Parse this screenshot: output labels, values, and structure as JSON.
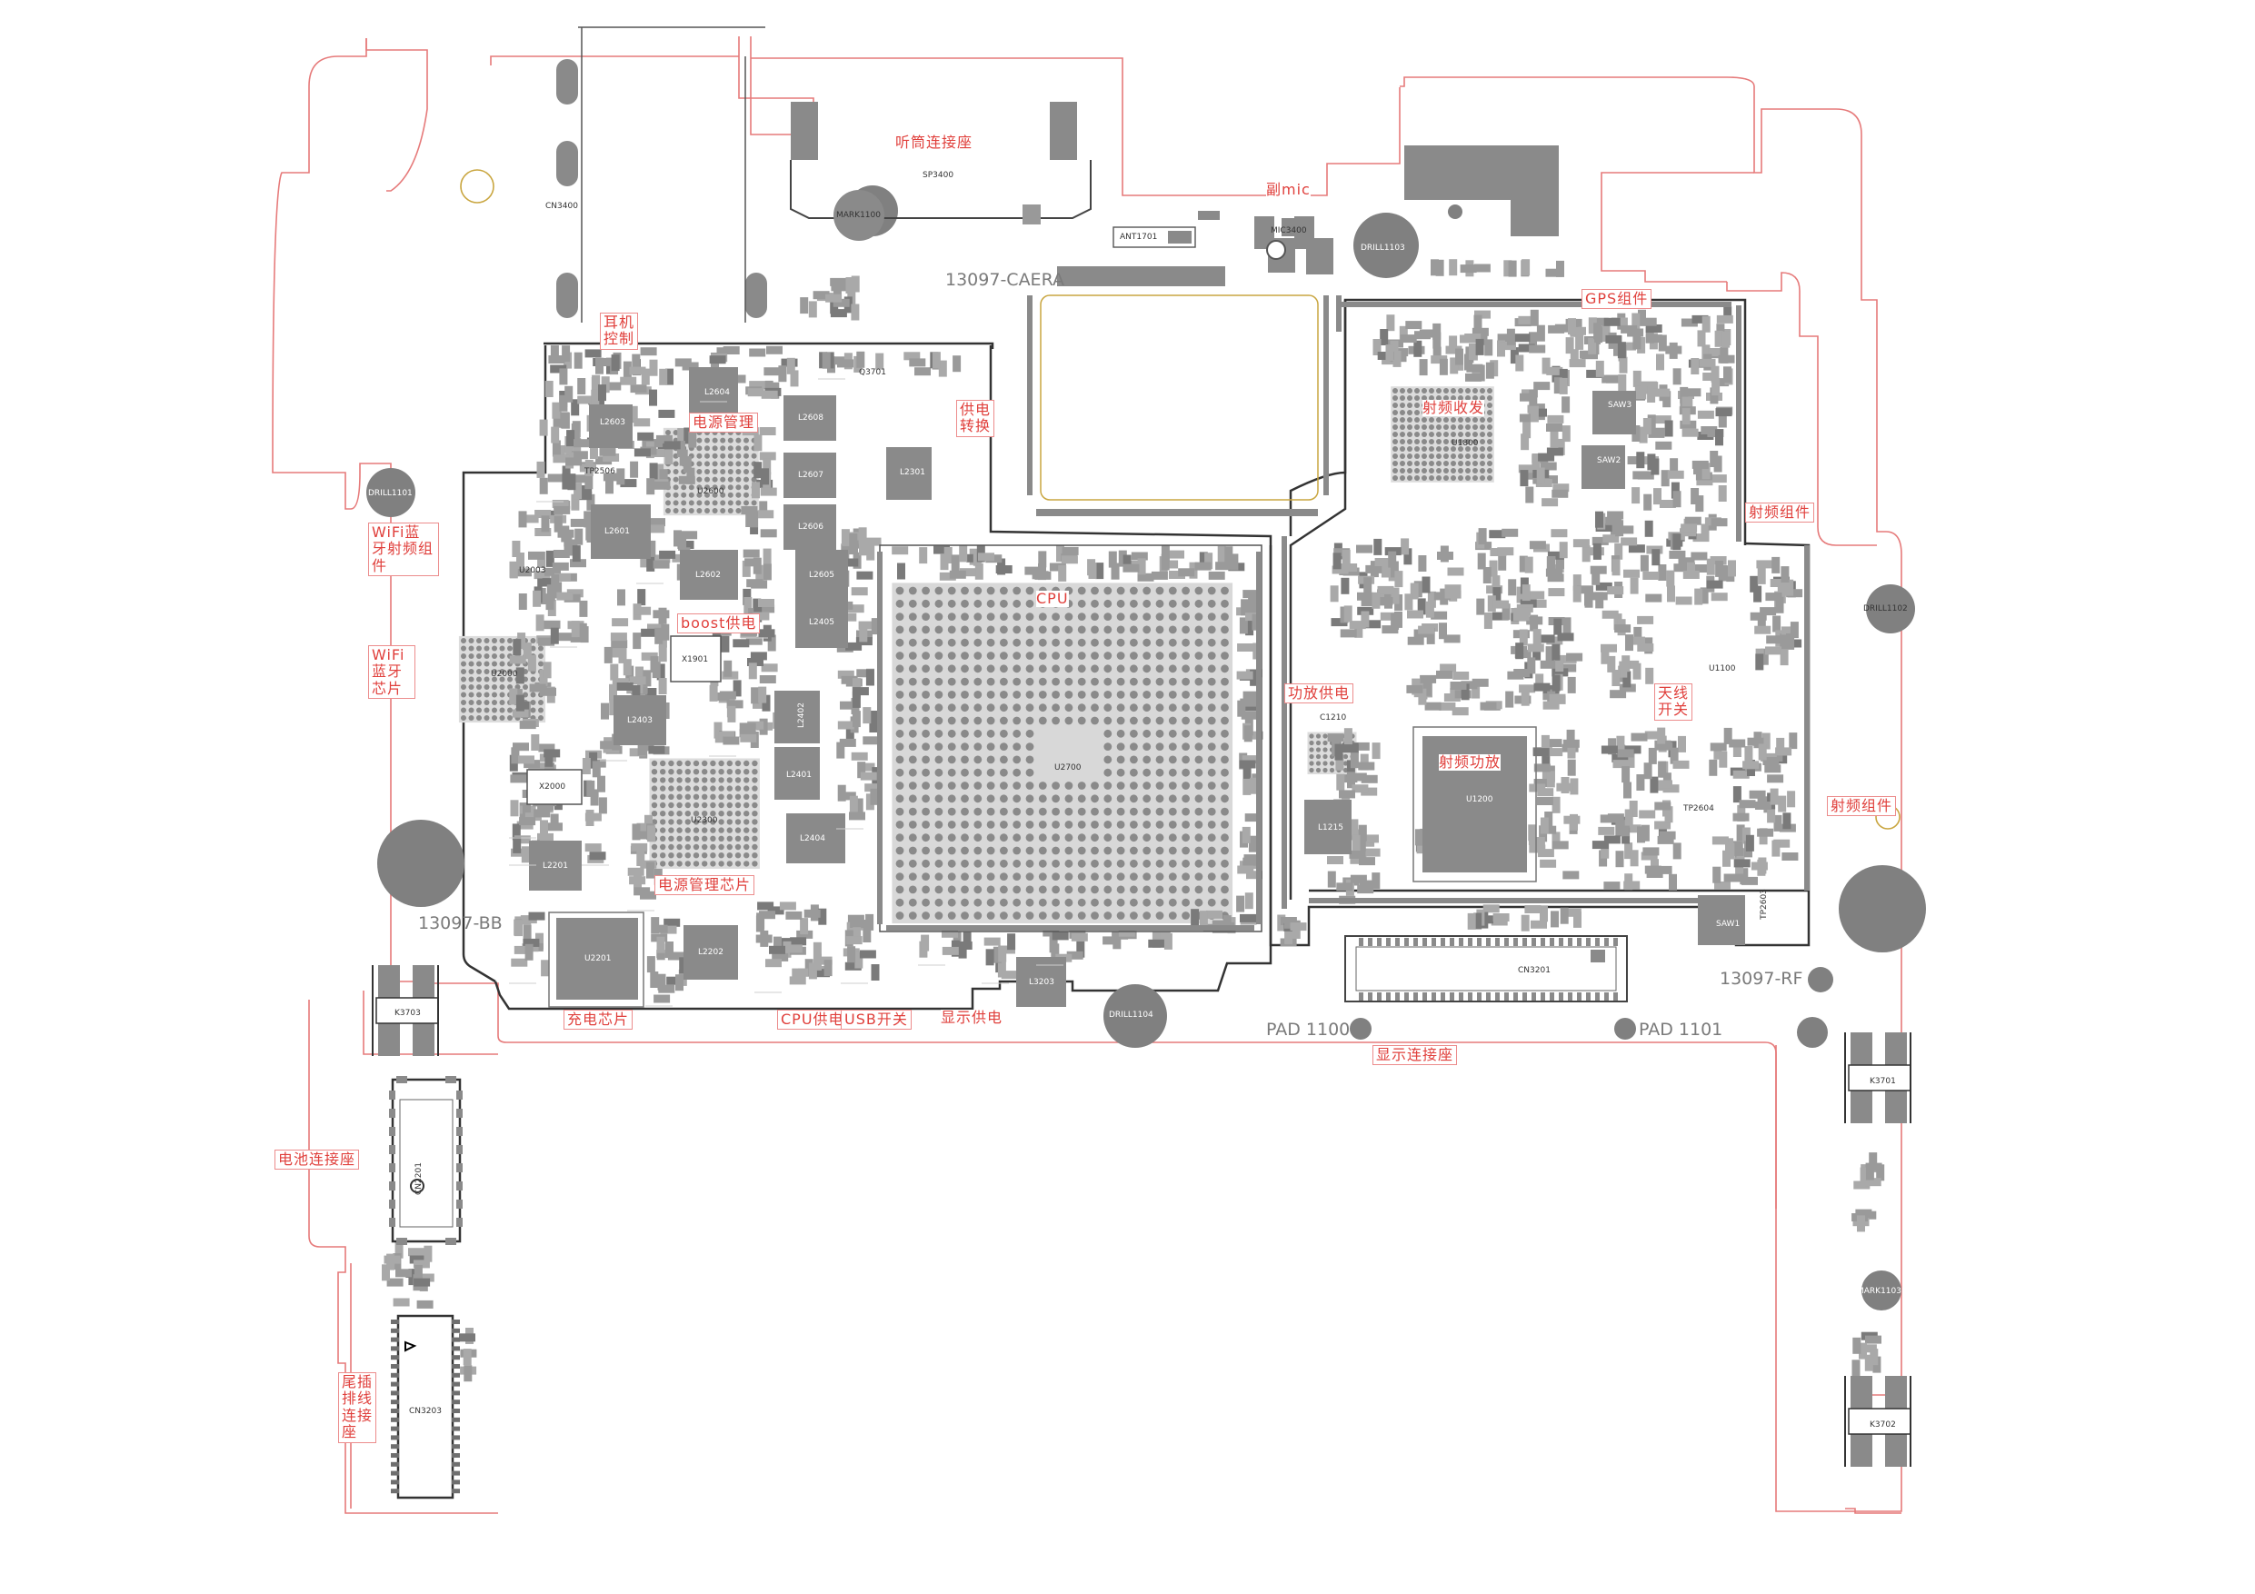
{
  "board": {
    "sections": {
      "camera": "13097-CAERA",
      "baseband": "13097-BB",
      "rf": "13097-RF"
    },
    "pads": [
      "PAD 1100",
      "PAD 1101"
    ],
    "chips": {
      "cpu": "U2700",
      "pmic": "U2600",
      "pmic2": "U2300",
      "charger": "U2201",
      "wifi": "U2000",
      "wifi_rf": "U2003",
      "rf_transceiver": "U1800",
      "pa": "U1200",
      "rf_u1100": "U1100"
    },
    "connectors": {
      "earpiece": "SP3400",
      "battery": "CN2201",
      "tail": "CN3203",
      "display": "CN3201",
      "side": "CN3400",
      "antenna": "ANT1701",
      "mic": "MIC3400"
    },
    "keys": [
      "K3703",
      "K3701",
      "K3702"
    ],
    "drills": [
      "DRILL1101",
      "DRILL1102",
      "DRILL1103",
      "DRILL1104"
    ],
    "marks": [
      "MARK1100",
      "MARK1103"
    ],
    "saws": [
      "SAW1",
      "SAW2",
      "SAW3"
    ],
    "inductors": [
      "L2603",
      "L2601",
      "L2602",
      "L2403",
      "L2201",
      "L2202",
      "L3203",
      "L2604",
      "L2608",
      "L2607",
      "L2606",
      "L2605",
      "L2405",
      "L2402",
      "L2401",
      "L2404",
      "L2301",
      "L1215"
    ],
    "misc": [
      "X1901",
      "X2000",
      "Q3701",
      "TP2506",
      "TP2604",
      "TP2603",
      "C1210"
    ]
  },
  "labels": {
    "earpiece_conn": "听筒连接座",
    "sub_mic": "副mic",
    "gps": "GPS组件",
    "earphone_ctrl": "耳机控制",
    "power_mgmt": "电源管理",
    "power_switch": "供电转换",
    "rf_transceiver": "射频收发",
    "rf_group_1": "射频组件",
    "wifi_bt_rf": "WiFi蓝牙射频组件",
    "boost": "boost供电",
    "cpu": "CPU",
    "wifi_bt_chip": "WiFi蓝牙芯片",
    "pa_supply": "功放供电",
    "rf_pa": "射频功放",
    "antenna_switch": "天线开关",
    "rf_group_2": "射频组件",
    "pmic_chip": "电源管理芯片",
    "charging_chip": "充电芯片",
    "cpu_supply": "CPU供电",
    "usb_switch": "USB开关",
    "display_supply": "显示供电",
    "display_conn": "显示连接座",
    "battery_conn": "电池连接座",
    "tail_conn": "尾插排线连接座"
  },
  "colors": {
    "outline": "#e67a7a",
    "component": "#9e9e9e",
    "component_dark": "#8a8a8a",
    "label_red": "#e0403c",
    "silk": "#555555",
    "ground_ring": "#c9a640"
  }
}
